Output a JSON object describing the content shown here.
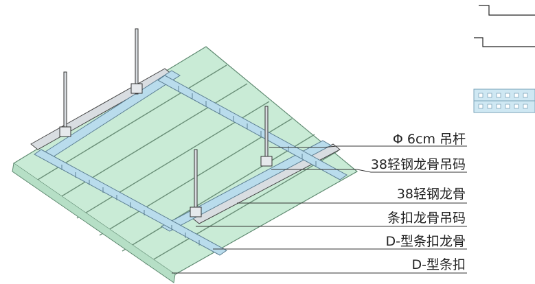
{
  "labels": [
    {
      "key": "rod",
      "text": "Φ 6cm 吊杆"
    },
    {
      "key": "light-keel-hanger",
      "text": "38轻钢龙骨吊码"
    },
    {
      "key": "light-keel",
      "text": "38轻钢龙骨"
    },
    {
      "key": "strip-keel-hanger",
      "text": "条扣龙骨吊码"
    },
    {
      "key": "d-strip-keel",
      "text": "D-型条扣龙骨"
    },
    {
      "key": "d-strip",
      "text": "D-型条扣"
    }
  ],
  "colors": {
    "panel": "#c9ebd6",
    "panel_line": "#6a8f78",
    "keel_blue": "#b9dcec",
    "keel_dark": "#5c7f93",
    "steel": "#d9dde1",
    "line": "#333333"
  }
}
